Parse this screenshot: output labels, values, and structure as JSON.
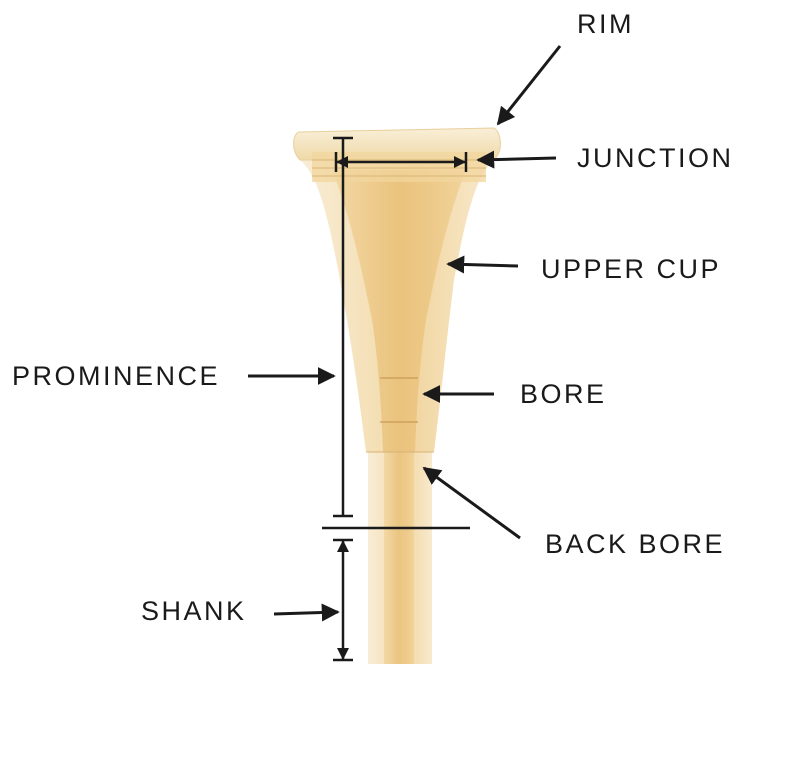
{
  "labels": {
    "rim": "RIM",
    "junction": "JUNCTION",
    "upper_cup": "UPPER CUP",
    "prominence": "PROMINENCE",
    "bore": "BORE",
    "back_bore": "BACK BORE",
    "shank": "SHANK"
  },
  "colors": {
    "ink": "#1a1a1a",
    "brass_light": "#f6e6c2",
    "brass_mid": "#efcf92",
    "brass_deep": "#e3b66a",
    "background": "#ffffff"
  }
}
